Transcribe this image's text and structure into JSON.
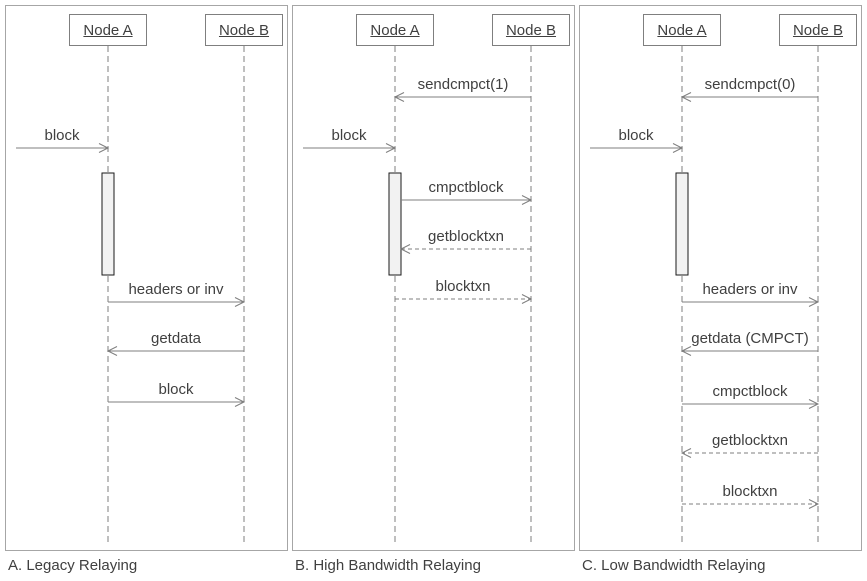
{
  "colors": {
    "panel_border": "#a6a6a6",
    "line": "#7f7f7f",
    "text": "#404040",
    "activation_fill": "#f2f2f2",
    "activation_border": "#1a1a1a"
  },
  "panels": [
    {
      "caption": "A. Legacy Relaying",
      "actors": [
        {
          "name": "Node A"
        },
        {
          "name": "Node B"
        }
      ],
      "messages": [
        {
          "label": "block",
          "from": "external",
          "to": "Node A",
          "line": "solid"
        },
        {
          "label": "headers or inv",
          "from": "Node A",
          "to": "Node B",
          "line": "solid"
        },
        {
          "label": "getdata",
          "from": "Node B",
          "to": "Node A",
          "line": "solid"
        },
        {
          "label": "block",
          "from": "Node A",
          "to": "Node B",
          "line": "solid"
        }
      ]
    },
    {
      "caption": "B. High Bandwidth Relaying",
      "actors": [
        {
          "name": "Node A"
        },
        {
          "name": "Node B"
        }
      ],
      "messages": [
        {
          "label": "sendcmpct(1)",
          "from": "Node B",
          "to": "Node A",
          "line": "solid"
        },
        {
          "label": "block",
          "from": "external",
          "to": "Node A",
          "line": "solid"
        },
        {
          "label": "cmpctblock",
          "from": "Node A",
          "to": "Node B",
          "line": "solid"
        },
        {
          "label": "getblocktxn",
          "from": "Node B",
          "to": "Node A",
          "line": "dashed"
        },
        {
          "label": "blocktxn",
          "from": "Node A",
          "to": "Node B",
          "line": "dashed"
        }
      ]
    },
    {
      "caption": "C. Low Bandwidth Relaying",
      "actors": [
        {
          "name": "Node A"
        },
        {
          "name": "Node B"
        }
      ],
      "messages": [
        {
          "label": "sendcmpct(0)",
          "from": "Node B",
          "to": "Node A",
          "line": "solid"
        },
        {
          "label": "block",
          "from": "external",
          "to": "Node A",
          "line": "solid"
        },
        {
          "label": "headers or inv",
          "from": "Node A",
          "to": "Node B",
          "line": "solid"
        },
        {
          "label": "getdata (CMPCT)",
          "from": "Node B",
          "to": "Node A",
          "line": "solid"
        },
        {
          "label": "cmpctblock",
          "from": "Node A",
          "to": "Node B",
          "line": "solid"
        },
        {
          "label": "getblocktxn",
          "from": "Node B",
          "to": "Node A",
          "line": "dashed"
        },
        {
          "label": "blocktxn",
          "from": "Node A",
          "to": "Node B",
          "line": "dashed"
        }
      ]
    }
  ]
}
